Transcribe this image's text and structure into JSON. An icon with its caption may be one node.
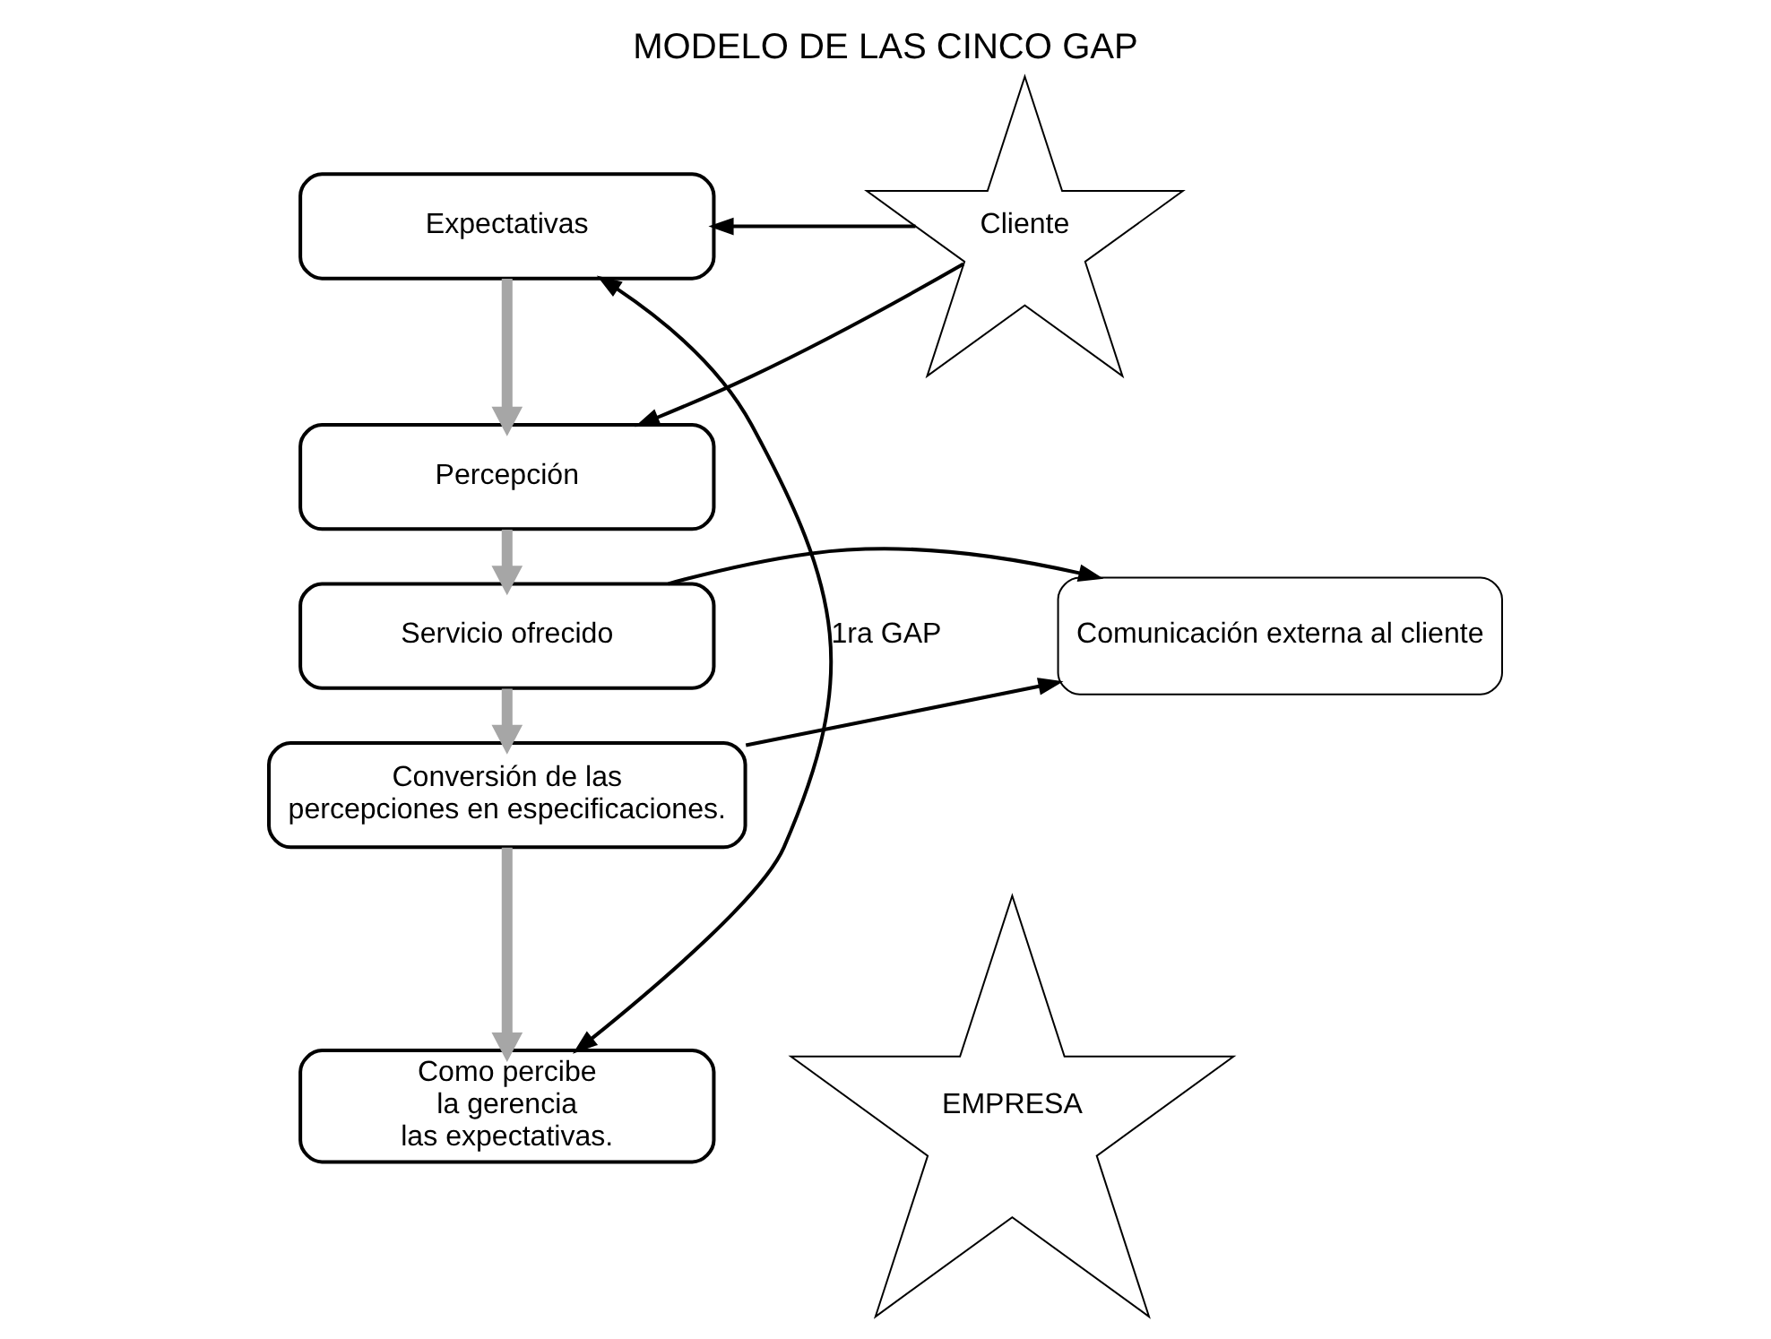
{
  "diagram": {
    "title": "MODELO DE LAS CINCO GAP",
    "nodes": [
      {
        "text": [
          "Expectativas"
        ]
      },
      {
        "text": [
          "Percepción"
        ]
      },
      {
        "text": [
          "Servicio ofrecido"
        ]
      },
      {
        "text": [
          "Conversión de las percepciones en especificaciones."
        ]
      },
      {
        "text": [
          "Como percibe la gerencia las expectativas."
        ]
      },
      {
        "text": [
          "Cliente"
        ]
      },
      {
        "text": [
          "Comunicación externa al cliente"
        ]
      },
      {
        "text": [
          "EMPRESA"
        ]
      }
    ],
    "edges": [
      {
        "from": 0,
        "to": 1,
        "arrow": "to",
        "style": "thick",
        "color": "#a6a6a6"
      },
      {
        "from": 1,
        "to": 2,
        "arrow": "to",
        "style": "thick",
        "color": "#a6a6a6"
      },
      {
        "from": 2,
        "to": 3,
        "arrow": "to",
        "style": "thick",
        "color": "#a6a6a6"
      },
      {
        "from": 3,
        "to": 4,
        "arrow": "to",
        "style": "thick",
        "color": "#a6a6a6"
      },
      {
        "from": 5,
        "to": 0,
        "arrow": "to"
      },
      {
        "from": 5,
        "to": 1,
        "arrow": "to"
      },
      {
        "from": 2,
        "to": 6,
        "arrow": "to"
      },
      {
        "from": 3,
        "to": 6,
        "arrow": "to"
      },
      {
        "from": 4,
        "to": 0,
        "arrow": "both",
        "label": "1ra GAP"
      }
    ]
  }
}
